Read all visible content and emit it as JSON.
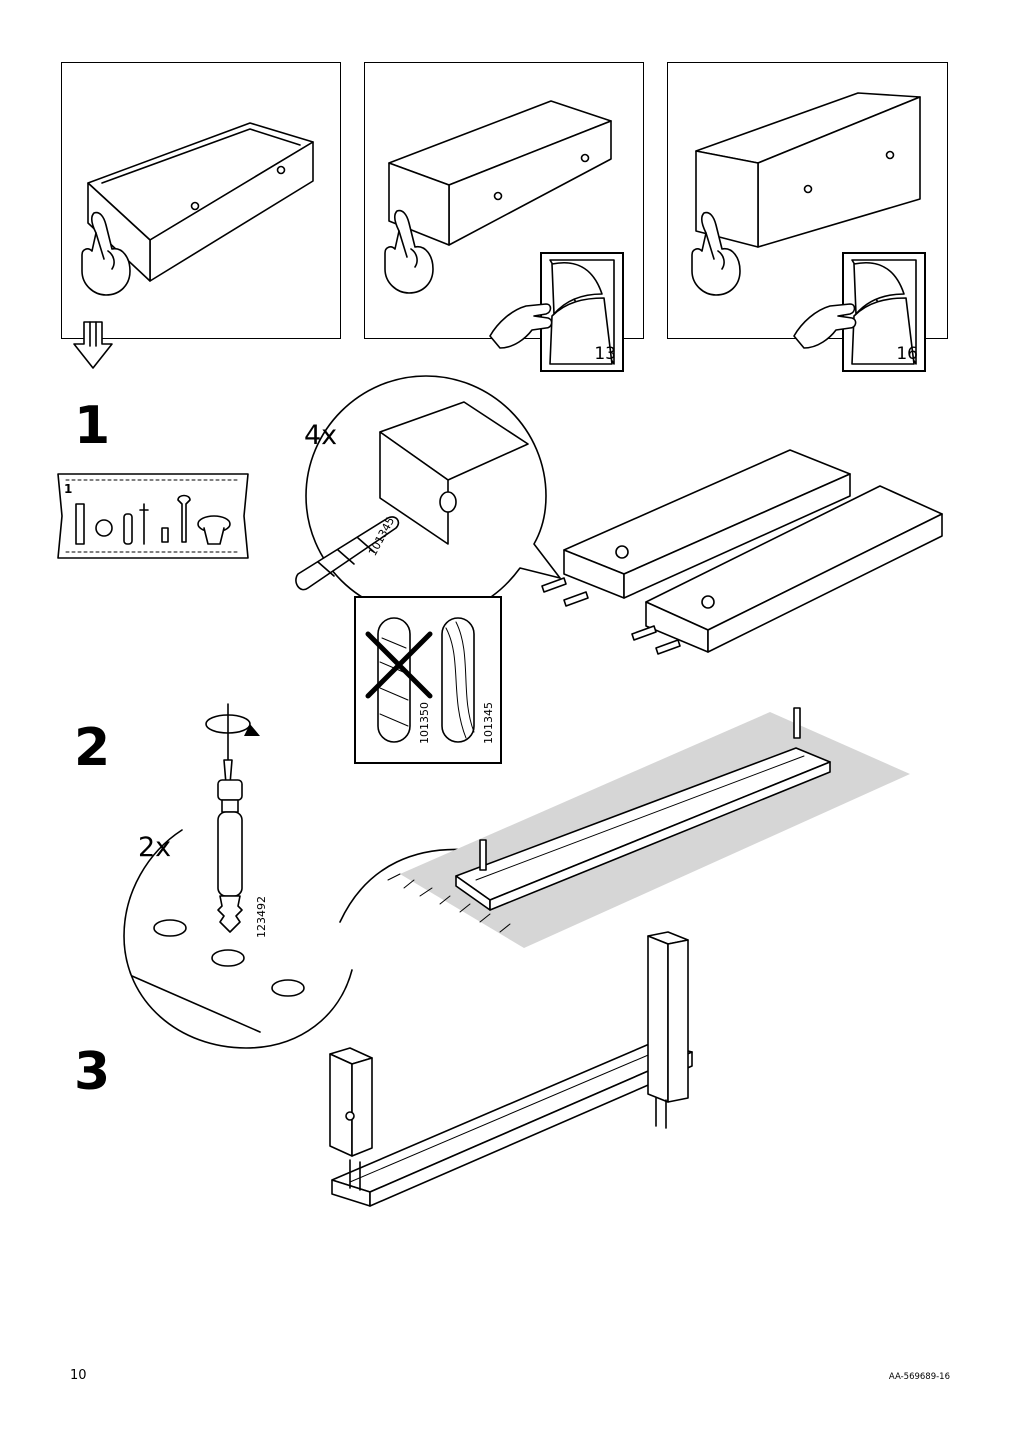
{
  "page": {
    "page_number": "10",
    "document_ref": "AA-569689-16"
  },
  "top_panels": [
    {
      "name": "drawer-open",
      "ref": ""
    },
    {
      "name": "drawer-front-see-page",
      "ref": "13"
    },
    {
      "name": "drawer-front-see-page",
      "ref": "16"
    }
  ],
  "steps": [
    {
      "number": "1",
      "quantity": "4x",
      "part_code": "101345",
      "bag_label": "1",
      "compare": {
        "wrong_code": "101350",
        "right_code": "101345"
      }
    },
    {
      "number": "2",
      "quantity": "2x",
      "part_code": "123492"
    },
    {
      "number": "3"
    }
  ],
  "icons": {
    "hand-icon": "pointing hand",
    "arrow-down-icon": "continue arrow",
    "rotate-icon": "rotate clockwise",
    "screwdriver-icon": "screwdriver",
    "cross-icon": "wrong choice"
  }
}
